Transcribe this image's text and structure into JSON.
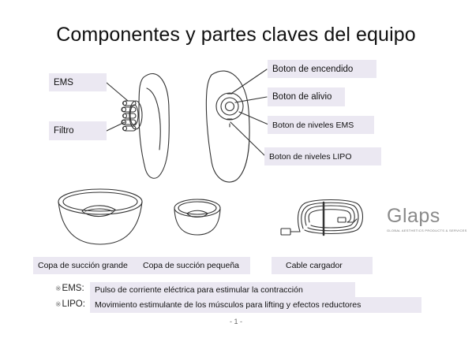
{
  "title": "Componentes y partes claves del equipo",
  "labels": {
    "ems": "EMS",
    "filtro": "Filtro",
    "boton_encendido": "Boton de encendido",
    "boton_alivio": "Boton de alivio",
    "boton_ems": "Boton de niveles EMS",
    "boton_lipo": "Boton de niveles LIPO",
    "copa_grande": "Copa de succión grande",
    "copa_pequena": "Copa de succión pequeña",
    "cable": "Cable cargador"
  },
  "notes": [
    {
      "symbol": "※",
      "key": "EMS:",
      "text": "Pulso de corriente eléctrica para estimular la contracción"
    },
    {
      "symbol": "※",
      "key": "LIPO:",
      "text": "Movimiento estimulante de los músculos para lifting y efectos reductores"
    }
  ],
  "logo": {
    "word": "Glaps",
    "tagline": "GLOBAL AESTHETICS PRODUCTS & SERVICES"
  },
  "page_number": "- 1 -",
  "colors": {
    "label_bg": "#ebe8f2",
    "line": "#333333",
    "logo": "#8a8a8a"
  }
}
